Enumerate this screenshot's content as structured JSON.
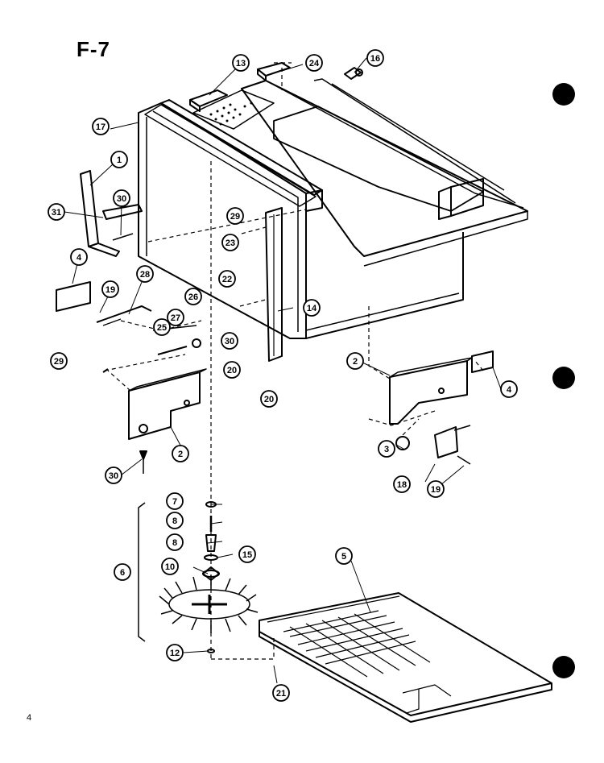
{
  "title": "F-7",
  "page_number": "4",
  "part_callouts": [
    {
      "id": "c1",
      "label": "1"
    },
    {
      "id": "c2a",
      "label": "2"
    },
    {
      "id": "c2b",
      "label": "2"
    },
    {
      "id": "c3",
      "label": "3"
    },
    {
      "id": "c4a",
      "label": "4"
    },
    {
      "id": "c4b",
      "label": "4"
    },
    {
      "id": "c5",
      "label": "5"
    },
    {
      "id": "c6",
      "label": "6"
    },
    {
      "id": "c7",
      "label": "7"
    },
    {
      "id": "c8a",
      "label": "8"
    },
    {
      "id": "c8b",
      "label": "8"
    },
    {
      "id": "c10",
      "label": "10"
    },
    {
      "id": "c12",
      "label": "12"
    },
    {
      "id": "c13",
      "label": "13"
    },
    {
      "id": "c14",
      "label": "14"
    },
    {
      "id": "c15",
      "label": "15"
    },
    {
      "id": "c16",
      "label": "16"
    },
    {
      "id": "c17",
      "label": "17"
    },
    {
      "id": "c18",
      "label": "18"
    },
    {
      "id": "c19a",
      "label": "19"
    },
    {
      "id": "c19b",
      "label": "19"
    },
    {
      "id": "c20a",
      "label": "20"
    },
    {
      "id": "c20b",
      "label": "20"
    },
    {
      "id": "c21",
      "label": "21"
    },
    {
      "id": "c22",
      "label": "22"
    },
    {
      "id": "c23",
      "label": "23"
    },
    {
      "id": "c24",
      "label": "24"
    },
    {
      "id": "c25",
      "label": "25"
    },
    {
      "id": "c26",
      "label": "26"
    },
    {
      "id": "c27",
      "label": "27"
    },
    {
      "id": "c28",
      "label": "28"
    },
    {
      "id": "c29a",
      "label": "29"
    },
    {
      "id": "c29b",
      "label": "29"
    },
    {
      "id": "c30a",
      "label": "30"
    },
    {
      "id": "c30b",
      "label": "30"
    },
    {
      "id": "c30c",
      "label": "30"
    },
    {
      "id": "c31",
      "label": "31"
    }
  ]
}
